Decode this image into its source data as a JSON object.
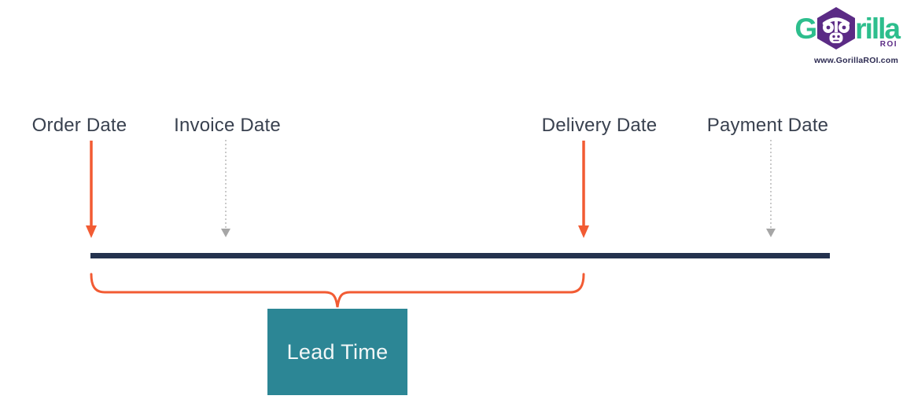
{
  "logo": {
    "brand_g": "G",
    "brand_rilla": "rilla",
    "brand_roi": "ROI",
    "website": "www.GorillaROI.com"
  },
  "diagram": {
    "milestones": [
      {
        "label": "Order Date",
        "style": "highlight-orange-solid-arrow"
      },
      {
        "label": "Invoice Date",
        "style": "muted-gray-dashed-arrow"
      },
      {
        "label": "Delivery Date",
        "style": "highlight-orange-solid-arrow"
      },
      {
        "label": "Payment Date",
        "style": "muted-gray-dashed-arrow"
      }
    ],
    "lead_time_label": "Lead Time"
  },
  "colors": {
    "arrow_orange": "#F25B33",
    "timeline_navy": "#24324E",
    "lead_time_teal": "#2C8695",
    "logo_green": "#2DBE8D",
    "logo_purple": "#5B2B85",
    "muted_arrow_gray": "#BDBDBD",
    "label_text": "#39414F"
  }
}
